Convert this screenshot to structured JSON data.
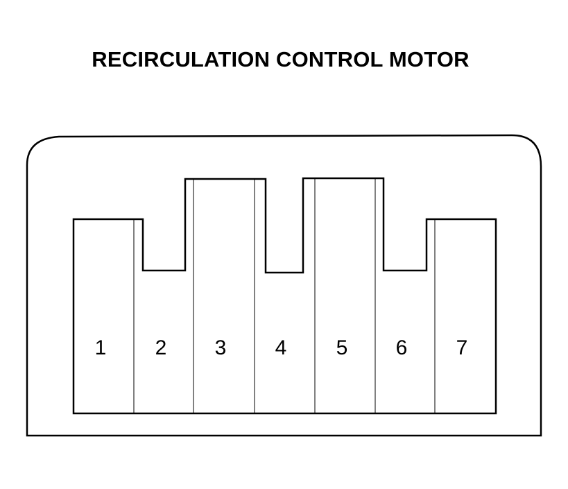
{
  "title": "RECIRCULATION CONTROL MOTOR",
  "connector": {
    "terminals": [
      {
        "number": "1"
      },
      {
        "number": "2"
      },
      {
        "number": "3"
      },
      {
        "number": "4"
      },
      {
        "number": "5"
      },
      {
        "number": "6"
      },
      {
        "number": "7"
      }
    ]
  },
  "colors": {
    "line": "#000000",
    "background": "#ffffff"
  }
}
